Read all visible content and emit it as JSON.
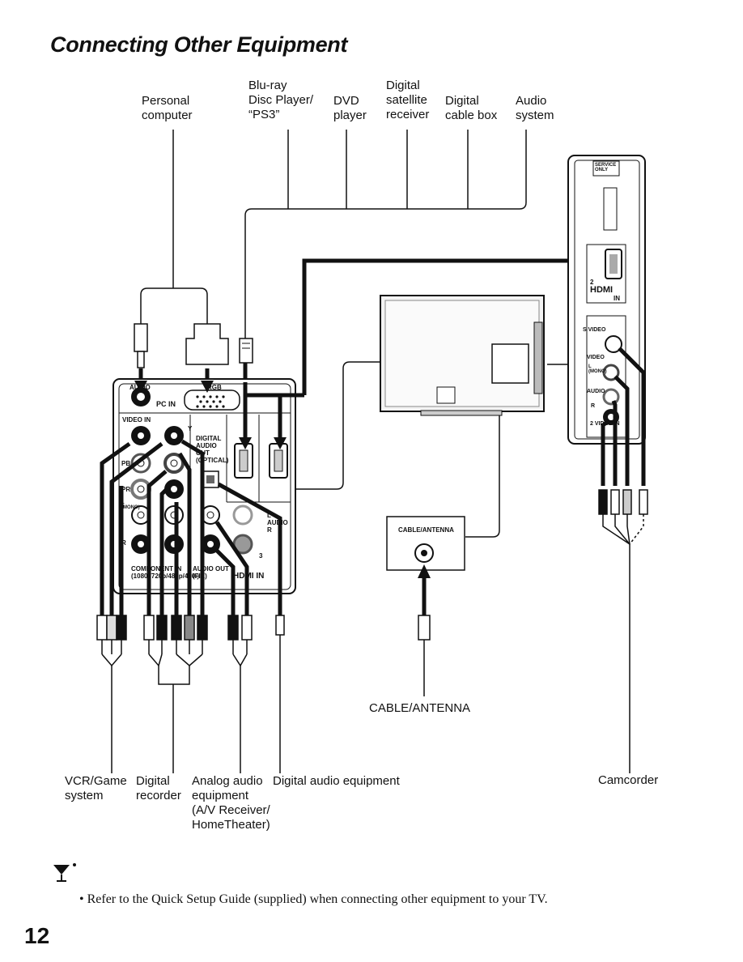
{
  "title": "Connecting Other Equipment",
  "top_labels": {
    "personal_computer": "Personal\ncomputer",
    "bluray": "Blu-ray\nDisc Player/\n“PS3”",
    "dvd": "DVD\nplayer",
    "satellite": "Digital\nsatellite\nreceiver",
    "cable_box": "Digital\ncable box",
    "audio_system": "Audio\nsystem"
  },
  "bottom_labels": {
    "vcr": "VCR/Game\nsystem",
    "digital_recorder": "Digital\nrecorder",
    "analog_audio": "Analog audio\nequipment\n(A/V Receiver/\nHomeTheater)",
    "digital_audio": "Digital audio equipment",
    "camcorder": "Camcorder",
    "cable_antenna": "CABLE/ANTENNA"
  },
  "panel_labels": {
    "audio": "AUDIO",
    "rgb": "RGB",
    "pc_in": "PC IN",
    "video_in": "VIDEO IN",
    "video": "VIDEO",
    "y": "Y",
    "pb": "PB",
    "pr": "PR",
    "l_mono": "L (MONO)",
    "r": "R",
    "digital_audio_out": "DIGITAL AUDIO OUT (OPTICAL)",
    "component_in": "COMPONENT IN (1080i/720p/480p/480i)",
    "audio_out_fix": "AUDIO OUT (FIX)",
    "hdmi_in": "HDMI IN",
    "num_3": "3",
    "audio_lr": "L AUDIO R"
  },
  "side_panel_labels": {
    "service_only": "SERVICE ONLY",
    "hdmi2": "2",
    "hdmi_logo": "HDMI",
    "in": "IN",
    "s_video": "S VIDEO",
    "video": "VIDEO",
    "l_mono": "L (MONO)",
    "audio": "AUDIO",
    "r": "R",
    "video_in_2": "2 VIDEO IN"
  },
  "cable_antenna_box": "CABLE/ANTENNA",
  "note": "• Refer to the Quick Setup Guide (supplied) when connecting other equipment to your TV.",
  "page_number": "12",
  "icons": [
    "note-icon",
    "plug-icon",
    "jack-icon",
    "hdmi-port-icon",
    "coax-icon"
  ]
}
